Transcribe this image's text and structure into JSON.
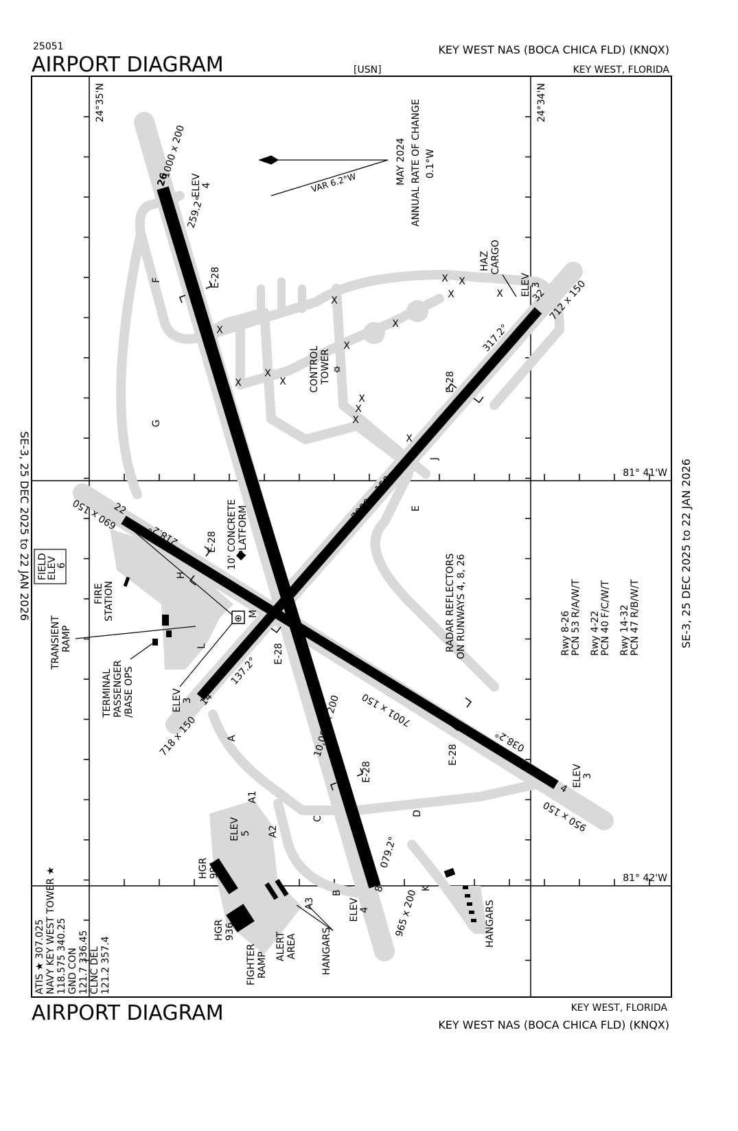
{
  "header": {
    "chart_number": "25051",
    "title": "AIRPORT DIAGRAM",
    "operator": "[USN]",
    "airport": "KEY WEST NAS (BOCA CHICA FLD)  (KNQX)",
    "city": "KEY WEST, FLORIDA"
  },
  "footer": {
    "title": "AIRPORT DIAGRAM",
    "city": "KEY WEST, FLORIDA",
    "airport": "KEY WEST NAS (BOCA CHICA FLD)  (KNQX)"
  },
  "validity": "SE-3,  25 DEC 2025  to  22 JAN 2026",
  "coordinates": {
    "lat_left": "24°35'N",
    "lat_right": "24°34'N",
    "lon_upper": "81° 41'W",
    "lon_lower": "81° 42'W"
  },
  "magnetic": {
    "variation": "VAR 6.2°W",
    "date": "MAY 2024",
    "rate_label": "ANNUAL RATE OF CHANGE",
    "rate": "0.1°W"
  },
  "runways": {
    "r26": {
      "id": "26",
      "heading": "259.2°",
      "dims": "1000 x 200",
      "elev": "ELEV",
      "elev_val": "4"
    },
    "r8": {
      "id": "8",
      "heading": "079.2°",
      "dims": "965 x 200",
      "elev": "ELEV",
      "elev_val": "4"
    },
    "r8_26_dims": "10,001 x 200",
    "r22": {
      "id": "22",
      "heading": "218.2°",
      "dims": "690 x 150"
    },
    "r4": {
      "id": "4",
      "heading": "038.2°",
      "dims": "950 x 150",
      "elev": "ELEV",
      "elev_val": "3"
    },
    "r4_22_dims": "7001 x 150",
    "r14": {
      "id": "14",
      "heading": "137.2°",
      "dims": "718 x 150",
      "elev": "ELEV",
      "elev_val": "3"
    },
    "r32": {
      "id": "32",
      "heading": "317.2°",
      "dims": "712 x 150",
      "elev": "ELEV",
      "elev_val": "3"
    },
    "r14_32_dims": "7000 x 150",
    "arresting_gear": "E-28"
  },
  "field_elev": {
    "label1": "FIELD",
    "label2": "ELEV",
    "value": "6"
  },
  "ramp_elev": {
    "label": "ELEV",
    "value": "5"
  },
  "taxiways": [
    "F",
    "G",
    "H",
    "L",
    "M",
    "A",
    "A1",
    "A2",
    "A3",
    "B",
    "C",
    "D",
    "E",
    "J",
    "K"
  ],
  "labels": {
    "control_tower": [
      "CONTROL",
      "TOWER"
    ],
    "haz_cargo": [
      "HAZ",
      "CARGO"
    ],
    "platform": [
      "10' CONCRETE",
      "PLATFORM"
    ],
    "fire_station": [
      "FIRE",
      "STATION"
    ],
    "transient_ramp": [
      "TRANSIENT",
      "RAMP"
    ],
    "terminal": [
      "TERMINAL",
      "PASSENGER",
      "/BASE OPS"
    ],
    "radar": [
      "RADAR REFLECTORS",
      "ON RUNWAYS 4, 8, 26"
    ],
    "hgr981": [
      "HGR",
      "981"
    ],
    "hgr936": [
      "HGR",
      "936"
    ],
    "fighter_ramp": [
      "FIGHTER",
      "RAMP"
    ],
    "alert_area": [
      "ALERT",
      "AREA"
    ],
    "hangars": "HANGARS"
  },
  "frequencies": [
    "ATIS ★  307.025",
    "NAVY KEY WEST TOWER ★",
    "118.575  340.25",
    "GND CON",
    "121.7  336.45",
    "CLNC DEL",
    "121.2  357.4"
  ],
  "pcn": [
    "Rwy 8-26",
    "PCN 53 R/A/W/T",
    "Rwy 4-22",
    "PCN 40 F/C/W/T",
    "Rwy 14-32",
    "PCN 47 R/B/W/T"
  ]
}
